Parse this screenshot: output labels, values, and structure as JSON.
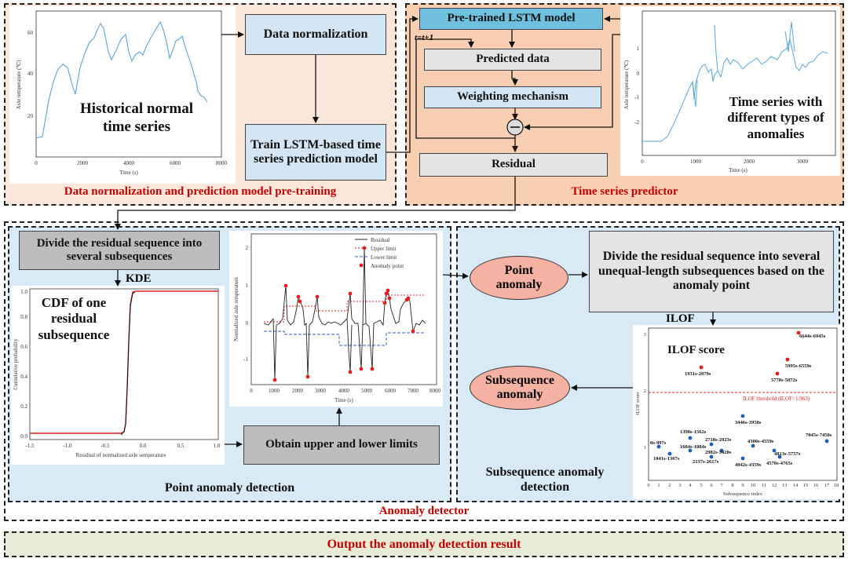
{
  "sections": {
    "pretraining_title": "Data normalization and prediction model pre-training",
    "predictor_title": "Time series predictor",
    "detector_title": "Anomaly detector",
    "point_detection_title": "Point anomaly detection",
    "subsequence_detection_title": "Subsequence anomaly detection",
    "output_title": "Output the anomaly detection result"
  },
  "boxes": {
    "data_normalization": "Data normalization",
    "train_lstm": "Train LSTM-based time series prediction model",
    "pretrained_lstm": "Pre-trained LSTM model",
    "predicted_data": "Predicted data",
    "weighting": "Weighting  mechanism",
    "residual": "Residual",
    "divide_residual": "Divide the residual sequence into several subsequences",
    "kde": "KDE",
    "obtain_limits": "Obtain upper and lower limits",
    "point_anomaly": "Point anomaly",
    "divide_unequal": "Divide the residual sequence into several unequal-length subsequences based on the anomaly point",
    "ilof": "ILOF",
    "subsequence_anomaly": "Subsequence anomaly",
    "loop_label": "t=t+1"
  },
  "historical_chart": {
    "caption": "Historical normal time series",
    "xlabel": "Time (s)",
    "ylabel": "Axle temperature (℃)",
    "xticks": [
      "0",
      "2000",
      "4000",
      "6000",
      "8000"
    ],
    "yticks": [
      "20",
      "40",
      "60"
    ]
  },
  "anomaly_chart": {
    "caption": "Time series with different types of anomalies",
    "xlabel": "Time (s)",
    "ylabel": "Axle temperature (℃)",
    "xticks": [
      "0",
      "1000",
      "2000",
      "3000"
    ],
    "yticks": [
      "-2",
      "-1",
      "0",
      "1"
    ]
  },
  "cdf_chart": {
    "caption": "CDF of one residual subsequence",
    "xlabel": "Residual of normalized axle semperature",
    "ylabel": "Cumulative probability",
    "xticks": [
      "-1.5",
      "-1.0",
      "-0.5",
      "0.0",
      "0.5",
      "1.0"
    ],
    "yticks": [
      "0.0",
      "0.2",
      "0.4",
      "0.6",
      "0.8",
      "1.0"
    ]
  },
  "residual_chart": {
    "xlabel": "Time (s)",
    "ylabel": "Normalized axle temperature",
    "xticks": [
      "0",
      "1000",
      "2000",
      "3000",
      "4000",
      "5000",
      "6000",
      "7000",
      "8000"
    ],
    "yticks": [
      "-1",
      "0",
      "1",
      "2"
    ],
    "legend": [
      "Residual",
      "Upper limit",
      "Lower limit",
      "Anomaly point"
    ]
  },
  "ilof_chart": {
    "title": "ILOF score",
    "xlabel": "Subsequence index",
    "ylabel": "ILOF score",
    "threshold_label": "ILOF threshold (ILOF=1.963)",
    "xticks": [
      "0",
      "1",
      "2",
      "3",
      "4",
      "5",
      "6",
      "7",
      "8",
      "9",
      "10",
      "11",
      "12",
      "13",
      "14",
      "15",
      "16",
      "17",
      "18"
    ],
    "yticks": [
      "1",
      "2",
      "3"
    ],
    "labels": {
      "a": "6644s-6945s",
      "b": "5995s-6559s",
      "c": "5778s-5872s",
      "d": "1931s-2079s",
      "e": "3446s-3958s",
      "f": "1398s-1562s",
      "g": "0s-997s",
      "h": "1604s-1884s",
      "i": "1041s-1367s",
      "j": "2718s-2923s",
      "k": "2982s-3420s",
      "l": "2137s-2617s",
      "m": "4300s-4559s",
      "n": "4042s-4359s",
      "o": "4570s-4765s",
      "p": "4813s-5757s",
      "q": "7045s-7450s"
    }
  }
}
